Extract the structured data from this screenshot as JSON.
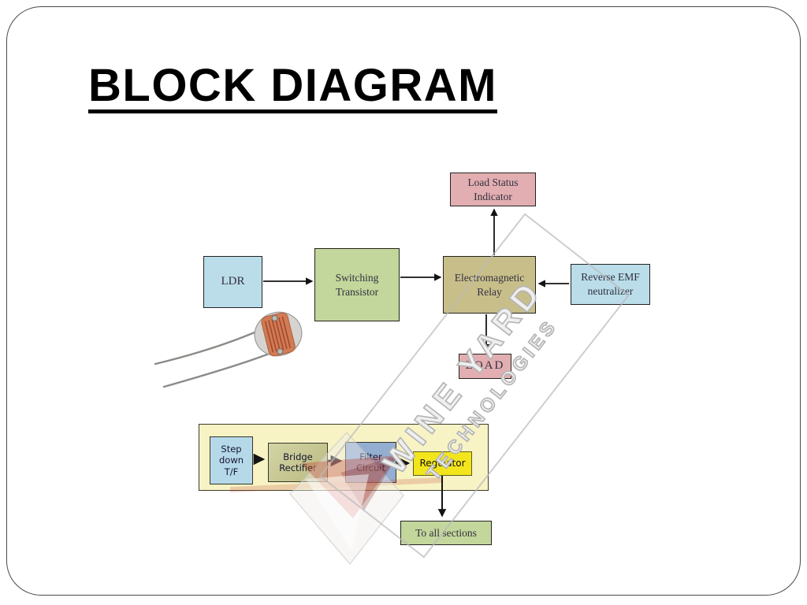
{
  "slide": {
    "title": "BLOCK DIAGRAM"
  },
  "colors": {
    "pink": "#e2aeb1",
    "light_blue": "#badde9",
    "green": "#c3d69b",
    "tan": "#c8be8a",
    "pale_yellow": "#f7f3c5",
    "power_blue": "#b5d9e9",
    "olive": "#c9cb92",
    "slate_blue": "#93aed0",
    "bright_yellow": "#f3e51c"
  },
  "diagram": {
    "load_status": {
      "line1": "Load Status",
      "line2": "Indicator"
    },
    "ldr": {
      "label": "LDR"
    },
    "switching_transistor": {
      "line1": "Switching",
      "line2": "Transistor"
    },
    "relay": {
      "line1": "Electromagnetic",
      "line2": "Relay"
    },
    "reverse_emf": {
      "line1": "Reverse EMF",
      "line2": "neutralizer"
    },
    "load": {
      "label": "LOAD"
    },
    "power_supply": {
      "step_down_tf": {
        "line1": "Step",
        "line2": "down",
        "line3": "T/F"
      },
      "bridge_rectifier": {
        "line1": "Bridge",
        "line2": "Rectifier"
      },
      "filter_circuit": {
        "line1": "Filter",
        "line2": "Circuit"
      },
      "regulator": {
        "label": "Regulator"
      },
      "to_all_sections": {
        "label": "To all sections"
      }
    }
  },
  "watermark": {
    "line1": "WINE YARD",
    "line2": "TECHNOLOGIES"
  }
}
